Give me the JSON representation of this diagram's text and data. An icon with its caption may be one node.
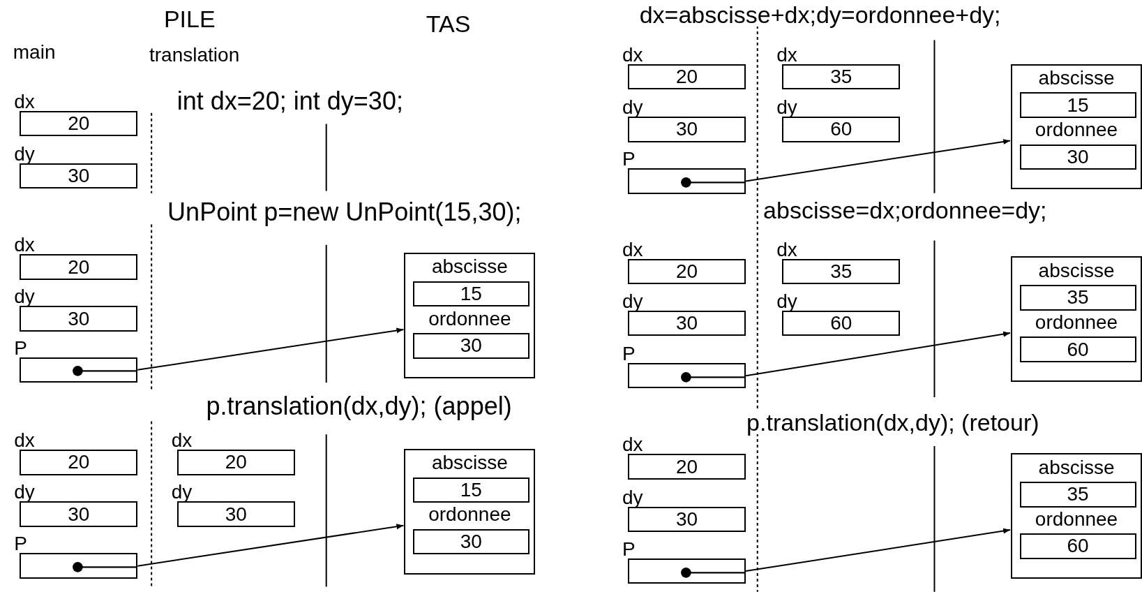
{
  "diagram": {
    "nodes": [
      {
        "text": [
          "20"
        ],
        "beside": [
          "dx"
        ]
      },
      {
        "text": [
          "30"
        ],
        "beside": [
          "dy"
        ]
      },
      {
        "text": [
          "20"
        ],
        "beside": [
          "dx"
        ]
      },
      {
        "text": [
          "30"
        ],
        "beside": [
          "dy"
        ]
      },
      {
        "text": [],
        "shape": "box",
        "beside": [
          "P"
        ]
      },
      {
        "text": [
          "abscisse",
          "ordonnee"
        ]
      },
      {
        "text": [
          "15"
        ],
        "in": 5
      },
      {
        "text": [
          "30"
        ],
        "in": 5
      },
      {
        "text": [
          "20"
        ],
        "beside": [
          "dx"
        ]
      },
      {
        "text": [
          "30"
        ],
        "beside": [
          "dy"
        ]
      },
      {
        "text": [],
        "shape": "box",
        "beside": [
          "P"
        ]
      },
      {
        "text": [
          "20"
        ],
        "beside": [
          "dx"
        ]
      },
      {
        "text": [
          "30"
        ],
        "beside": [
          "dy"
        ]
      },
      {
        "text": [
          "abscisse",
          "ordonnee"
        ]
      },
      {
        "text": [
          "15"
        ],
        "in": 13
      },
      {
        "text": [
          "30"
        ],
        "in": 13
      },
      {
        "text": [
          "20"
        ],
        "beside": [
          "dx"
        ]
      },
      {
        "text": [
          "30"
        ],
        "beside": [
          "dy"
        ]
      },
      {
        "text": [],
        "shape": "box",
        "beside": [
          "P"
        ]
      },
      {
        "text": [
          "35"
        ],
        "beside": [
          "dx"
        ]
      },
      {
        "text": [
          "60"
        ],
        "beside": [
          "dy"
        ]
      },
      {
        "text": [
          "abscisse",
          "ordonnee"
        ]
      },
      {
        "text": [
          "15"
        ],
        "in": 21
      },
      {
        "text": [
          "30"
        ],
        "in": 21
      },
      {
        "text": [
          "20"
        ],
        "beside": [
          "dx"
        ]
      },
      {
        "text": [
          "30"
        ],
        "beside": [
          "dy"
        ]
      },
      {
        "text": [],
        "shape": "box",
        "beside": [
          "P"
        ]
      },
      {
        "text": [
          "35"
        ],
        "beside": [
          "dx"
        ]
      },
      {
        "text": [
          "60"
        ],
        "beside": [
          "dy"
        ]
      },
      {
        "text": [
          "abscisse",
          "ordonnee"
        ]
      },
      {
        "text": [
          "35"
        ],
        "in": 29
      },
      {
        "text": [
          "60"
        ],
        "in": 29
      },
      {
        "text": [
          "20"
        ],
        "beside": [
          "dx"
        ]
      },
      {
        "text": [
          "30"
        ],
        "beside": [
          "dy"
        ]
      },
      {
        "text": [],
        "shape": "box",
        "beside": [
          "P"
        ]
      },
      {
        "text": [
          "abscisse",
          "ordonnee"
        ]
      },
      {
        "text": [
          "35"
        ],
        "in": 35
      },
      {
        "text": [
          "60"
        ],
        "in": 35
      }
    ],
    "edges": [
      {
        "from": 4,
        "to": 5,
        "arrow": "to"
      },
      {
        "from": 10,
        "to": 13,
        "arrow": "to"
      },
      {
        "from": 18,
        "to": 21,
        "arrow": "to"
      },
      {
        "from": 26,
        "to": 29,
        "arrow": "to"
      },
      {
        "from": 34,
        "to": 35,
        "arrow": "to"
      }
    ],
    "labels": [
      "PILE",
      "TAS",
      "dx=abscisse+dx;dy=ordonnee+dy;",
      "main",
      "translation",
      "int dx=20; int dy=30;",
      "UnPoint p=new UnPoint(15,30);",
      "abscisse=dx;ordonnee=dy;",
      "p.translation(dx,dy); (appel)",
      "p.translation(dx,dy); (retour)"
    ]
  }
}
